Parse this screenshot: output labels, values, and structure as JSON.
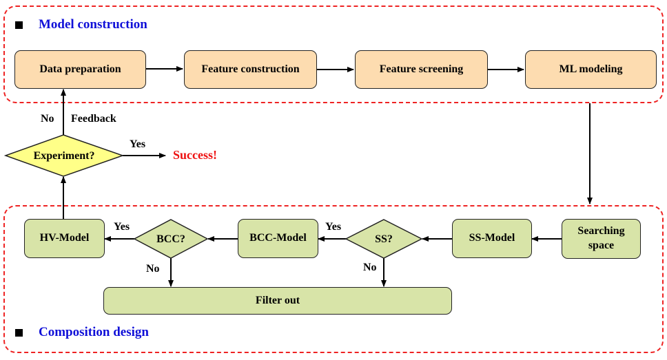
{
  "model_section": {
    "title": "Model construction",
    "steps": [
      "Data preparation",
      "Feature construction",
      "Feature screening",
      "ML modeling"
    ]
  },
  "design_section": {
    "title": "Composition design",
    "searching_space": "Searching space",
    "ss_model": "SS-Model",
    "ss_decision": "SS?",
    "bcc_model": "BCC-Model",
    "bcc_decision": "BCC?",
    "hv_model": "HV-Model",
    "filter_out": "Filter out"
  },
  "experiment": {
    "decision": "Experiment?",
    "yes_label": "Yes",
    "no_label": "No",
    "feedback_label": "Feedback",
    "success": "Success!"
  },
  "branch_labels": {
    "ss_yes": "Yes",
    "ss_no": "No",
    "bcc_yes": "Yes",
    "bcc_no": "No"
  },
  "colors": {
    "dashed_border": "#ee2222",
    "section_title": "#1010d8",
    "model_box_fill": "#fddcb0",
    "design_box_fill": "#d8e4a8",
    "decision_fill": "#ffff88",
    "success_text": "#ee1111"
  }
}
